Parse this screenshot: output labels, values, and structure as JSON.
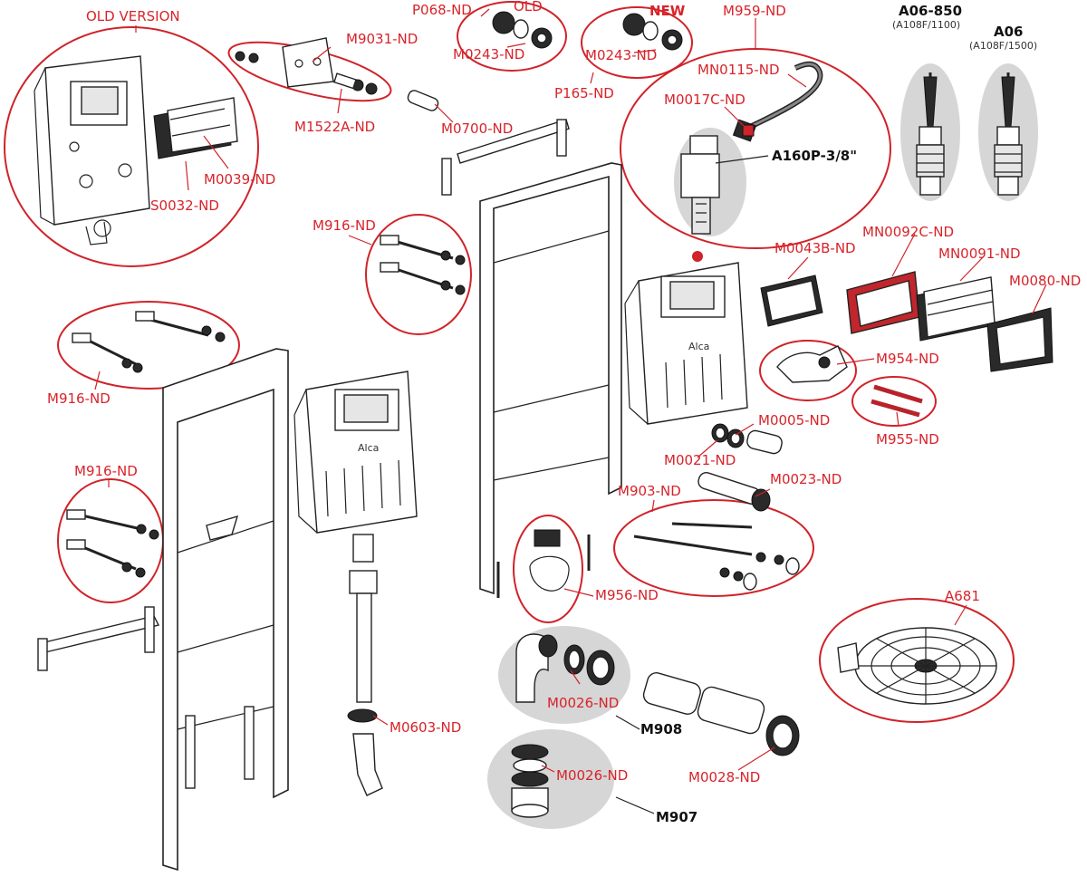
{
  "labels": {
    "old_version": "OLD VERSION",
    "p068": "P068-ND",
    "old": "OLD",
    "new": "NEW",
    "m959": "M959-ND",
    "a06_850": "A06-850",
    "a06_850_sub": "(A108F/1100)",
    "a06": "A06",
    "a06_sub": "(A108F/1500)",
    "m9031": "M9031-ND",
    "m0243_a": "M0243-ND",
    "m0243_b": "M0243-ND",
    "mn0115": "MN0115-ND",
    "p165": "P165-ND",
    "m0700": "M0700-ND",
    "m1522a": "M1522A-ND",
    "m0017c": "M0017C-ND",
    "a160p": "A160P-3/8\"",
    "m0039": "M0039-ND",
    "s0032": "S0032-ND",
    "m916_a": "M916-ND",
    "m916_b": "M916-ND",
    "m916_c": "M916-ND",
    "mn0092c": "MN0092C-ND",
    "m0043b": "M0043B-ND",
    "mn0091": "MN0091-ND",
    "m0080": "M0080-ND",
    "m954": "M954-ND",
    "m955": "M955-ND",
    "m0005": "M0005-ND",
    "m0021": "M0021-ND",
    "m0023": "M0023-ND",
    "m903": "M903-ND",
    "m956": "M956-ND",
    "a681": "A681",
    "m0026_a": "M0026-ND",
    "m908": "M908",
    "m0603": "M0603-ND",
    "m0028": "M0028-ND",
    "m0026_b": "M0026-ND",
    "m907": "M907",
    "brand_a": "Alca",
    "brand_b": "Alca"
  },
  "colors": {
    "accent": "#d0232a",
    "highlight": "#d6d6d6",
    "line": "#222222"
  }
}
